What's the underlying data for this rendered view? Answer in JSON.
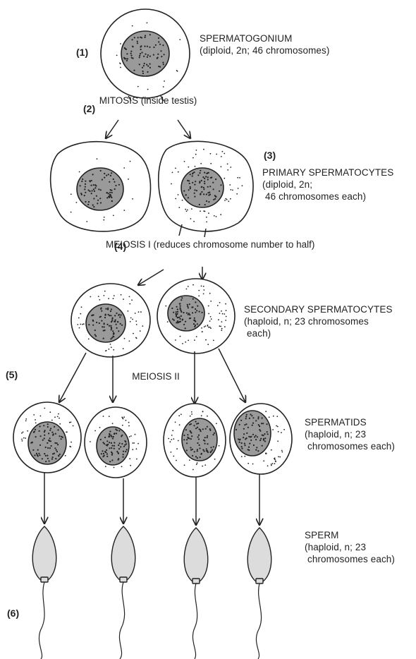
{
  "stages": {
    "spermatogonium": {
      "number": "(1)",
      "title": "SPERMATOGONIUM",
      "detail": "(diploid, 2n; 46 chromosomes)"
    },
    "mitosis": {
      "number": "(2)",
      "title": "MITOSIS",
      "detail": "(inside testis)"
    },
    "primary": {
      "number": "(3)",
      "title": "PRIMARY SPERMATOCYTES",
      "line2": "(diploid, 2n;",
      "line3": "46 chromosomes each)"
    },
    "meiosis1": {
      "number": "(4)",
      "title": "MEIOSIS I",
      "detail": "(reduces chromosome number to half)"
    },
    "secondary": {
      "title": "SECONDARY SPERMATOCYTES",
      "line2": "(haploid, n; 23 chromosomes",
      "line3": "each)"
    },
    "meiosis2": {
      "number": "(5)",
      "title": "MEIOSIS II"
    },
    "spermatids": {
      "title": "SPERMATIDS",
      "line2": "(haploid, n; 23",
      "line3": "chromosomes each)"
    },
    "sperm": {
      "number": "(6)",
      "title": "SPERM",
      "line2": "(haploid, n; 23",
      "line3": "chromosomes each)"
    }
  },
  "colors": {
    "ink": "#222222",
    "sperm_fill": "#dcdcdc",
    "nucleus_fill": "#9a9a9a"
  }
}
